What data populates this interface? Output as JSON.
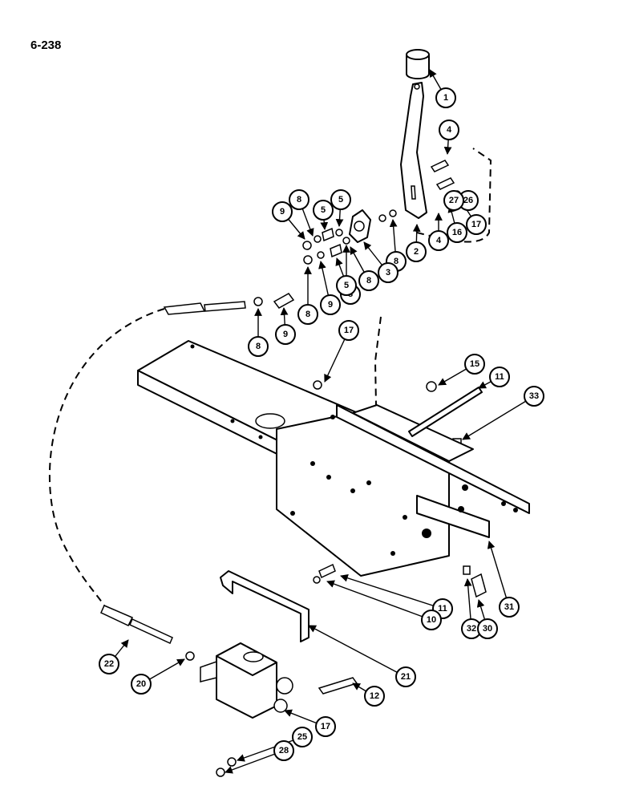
{
  "page": {
    "number": "6-238"
  },
  "callouts": [
    "1",
    "4",
    "4",
    "16",
    "17",
    "2",
    "8",
    "8",
    "3",
    "5",
    "9",
    "8",
    "5",
    "8",
    "9",
    "8",
    "5",
    "8",
    "9",
    "17",
    "15",
    "11",
    "33",
    "31",
    "32",
    "30",
    "11",
    "10",
    "21",
    "22",
    "20",
    "12",
    "17",
    "25",
    "28",
    "26",
    "27"
  ]
}
